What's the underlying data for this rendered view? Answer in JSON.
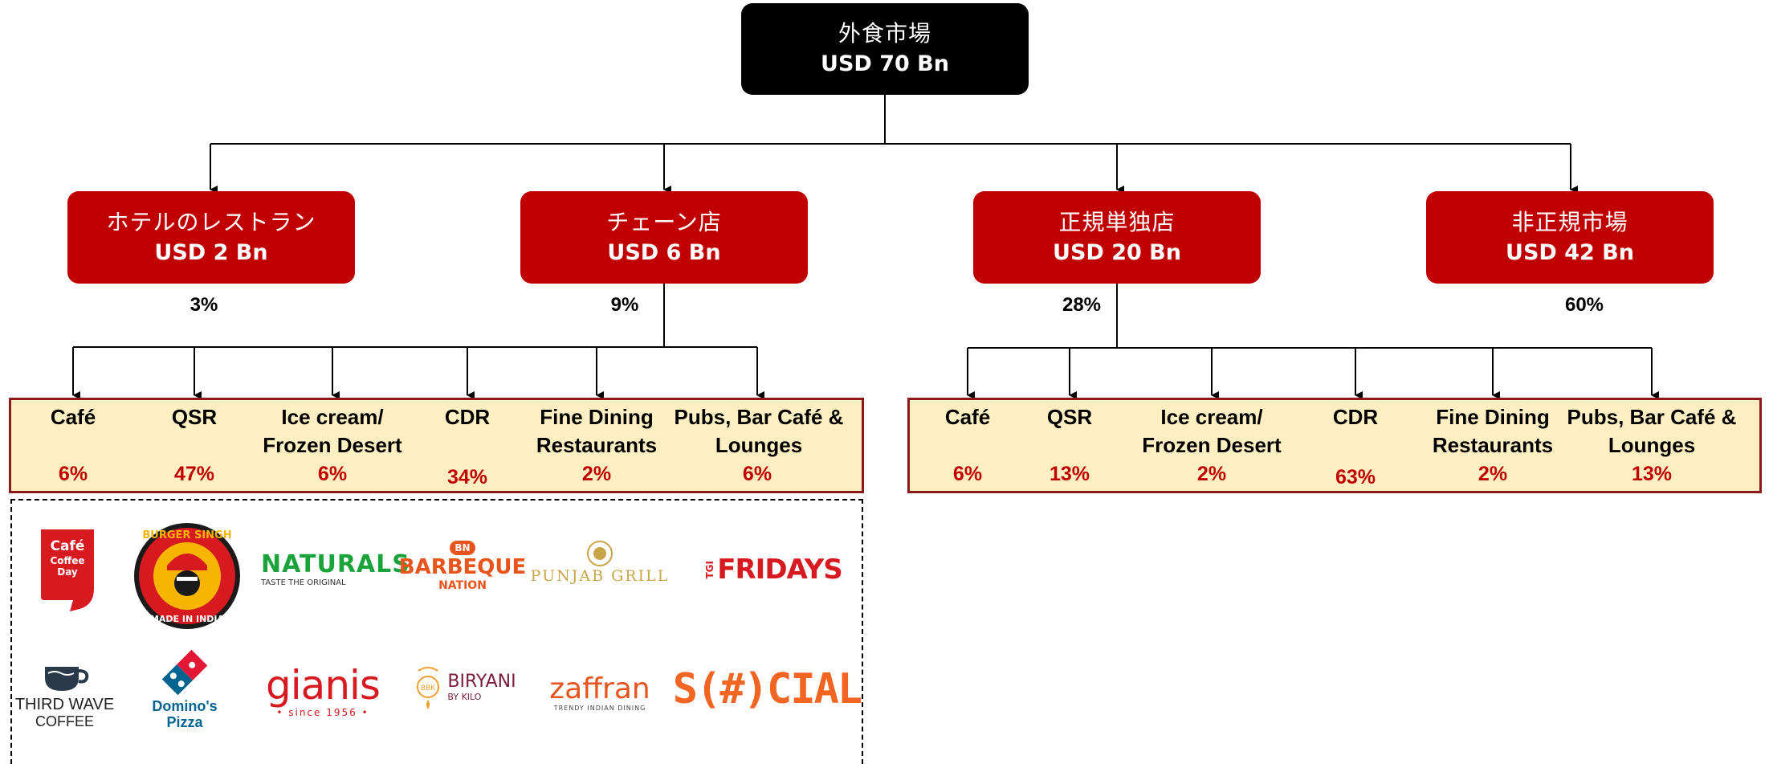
{
  "root": {
    "title": "外食市場",
    "value": "USD 70 Bn"
  },
  "segments": [
    {
      "title": "ホテルのレストラン",
      "value": "USD 2 Bn",
      "share": "3%"
    },
    {
      "title": "チェーン店",
      "value": "USD 6 Bn",
      "share": "9%"
    },
    {
      "title": "正規単独店",
      "value": "USD 20 Bn",
      "share": "28%"
    },
    {
      "title": "非正規市場",
      "value": "USD 42 Bn",
      "share": "60%"
    }
  ],
  "chain_breakdown": [
    {
      "label": "Café",
      "pct": "6%"
    },
    {
      "label": "QSR",
      "pct": "47%"
    },
    {
      "label": "Ice cream/\nFrozen Desert",
      "pct": "6%"
    },
    {
      "label": "CDR",
      "pct": "34%"
    },
    {
      "label": "Fine Dining\nRestaurants",
      "pct": "2%"
    },
    {
      "label": "Pubs, Bar Café &\nLounges",
      "pct": "6%"
    }
  ],
  "standalone_breakdown": [
    {
      "label": "Café",
      "pct": "6%"
    },
    {
      "label": "QSR",
      "pct": "13%"
    },
    {
      "label": "Ice cream/\nFrozen Desert",
      "pct": "2%"
    },
    {
      "label": "CDR",
      "pct": "63%"
    },
    {
      "label": "Fine Dining\nRestaurants",
      "pct": "2%"
    },
    {
      "label": "Pubs, Bar Café &\nLounges",
      "pct": "13%"
    }
  ],
  "brands": {
    "cafe_coffee_day": [
      "Café",
      "Coffee",
      "Day"
    ],
    "burger_singh": [
      "BURGER SINGH",
      "MADE IN INDIA"
    ],
    "naturals": [
      "NATURALS",
      "TASTE THE ORIGINAL"
    ],
    "barbeque_nation": [
      "BN",
      "BARBEQUE",
      "NATION"
    ],
    "punjab_grill": "PUNJAB GRILL",
    "tgi_fridays": [
      "TGI",
      "FRIDAYS"
    ],
    "third_wave": [
      "THIRD WAVE",
      "COFFEE"
    ],
    "dominos": [
      "Domino's",
      "Pizza"
    ],
    "gianis": [
      "gianis",
      "• since 1956 •"
    ],
    "biryani_by_kilo": [
      "BBK",
      "BIRYANI",
      "BY KILO"
    ],
    "zaffran": [
      "zaffran",
      "TRENDY INDIAN DINING"
    ],
    "social": "S(#)CIAL"
  },
  "colors": {
    "segment": "#c00000",
    "root": "#000000",
    "panel_fill": "#ffefc3",
    "panel_border": "#8b1a1a",
    "pct_text": "#c00000"
  }
}
